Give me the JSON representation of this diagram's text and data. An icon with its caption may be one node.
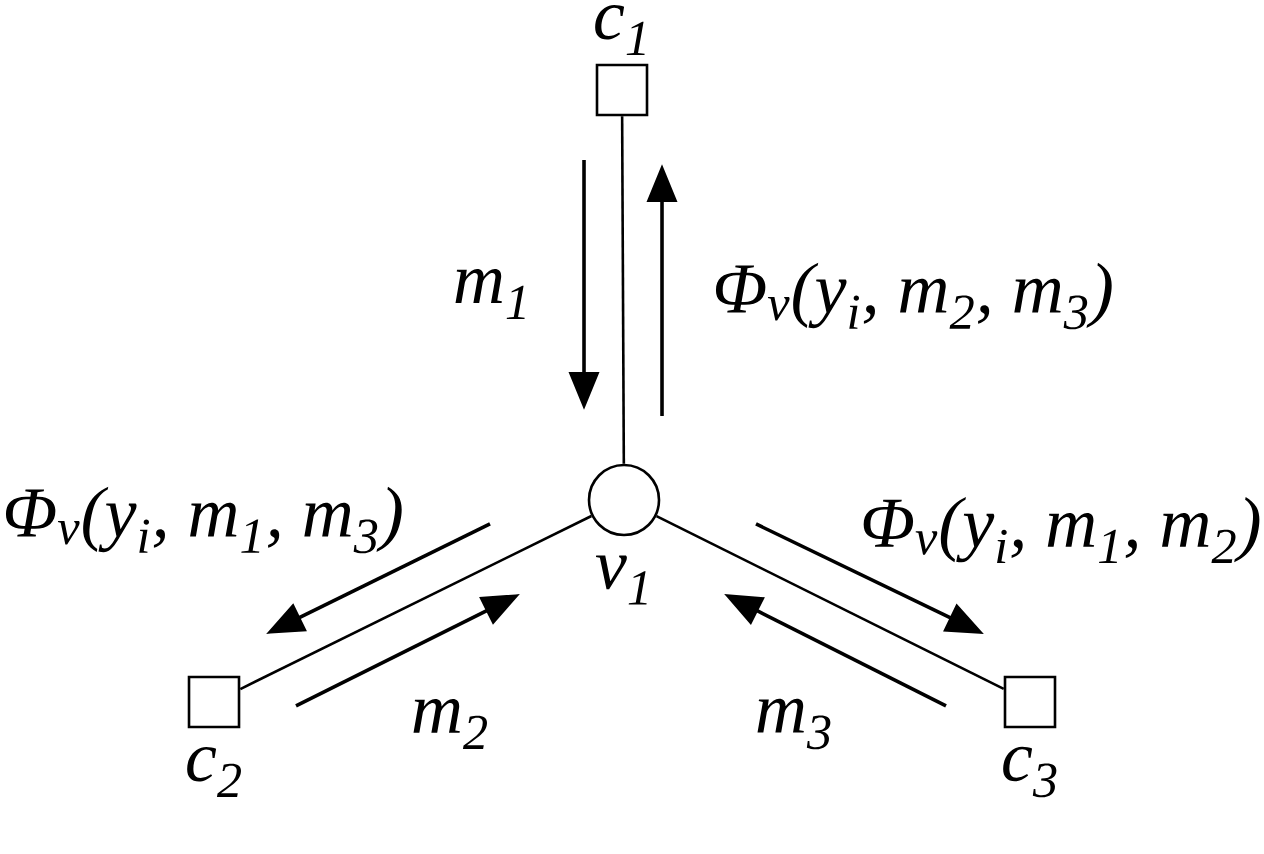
{
  "diagram": {
    "nodes": [
      {
        "text": [],
        "shape": "box",
        "beside": [
          "c$_{1}$"
        ]
      },
      {
        "text": [],
        "shape": "circle",
        "beside": [
          "v$_{1}$"
        ]
      },
      {
        "text": [],
        "shape": "box",
        "beside": [
          "c$_{2}$"
        ]
      },
      {
        "text": [],
        "shape": "box",
        "beside": [
          "c$_{3}$"
        ]
      }
    ],
    "edges": [
      {
        "from": 0,
        "to": 1,
        "arrow": "none"
      },
      {
        "from": 1,
        "to": 2,
        "arrow": "none"
      },
      {
        "from": 1,
        "to": 3,
        "arrow": "none"
      }
    ],
    "labels": [
      "m$_{1}$",
      "Φ$_{v}$(y$_{i}$, m$_{2}$, m$_{3}$)",
      "Φ$_{v}$(y$_{i}$, m$_{1}$, m$_{3}$)",
      "Φ$_{v}$(y$_{i}$, m$_{1}$, m$_{2}$)",
      "m$_{2}$",
      "m$_{3}$"
    ]
  }
}
